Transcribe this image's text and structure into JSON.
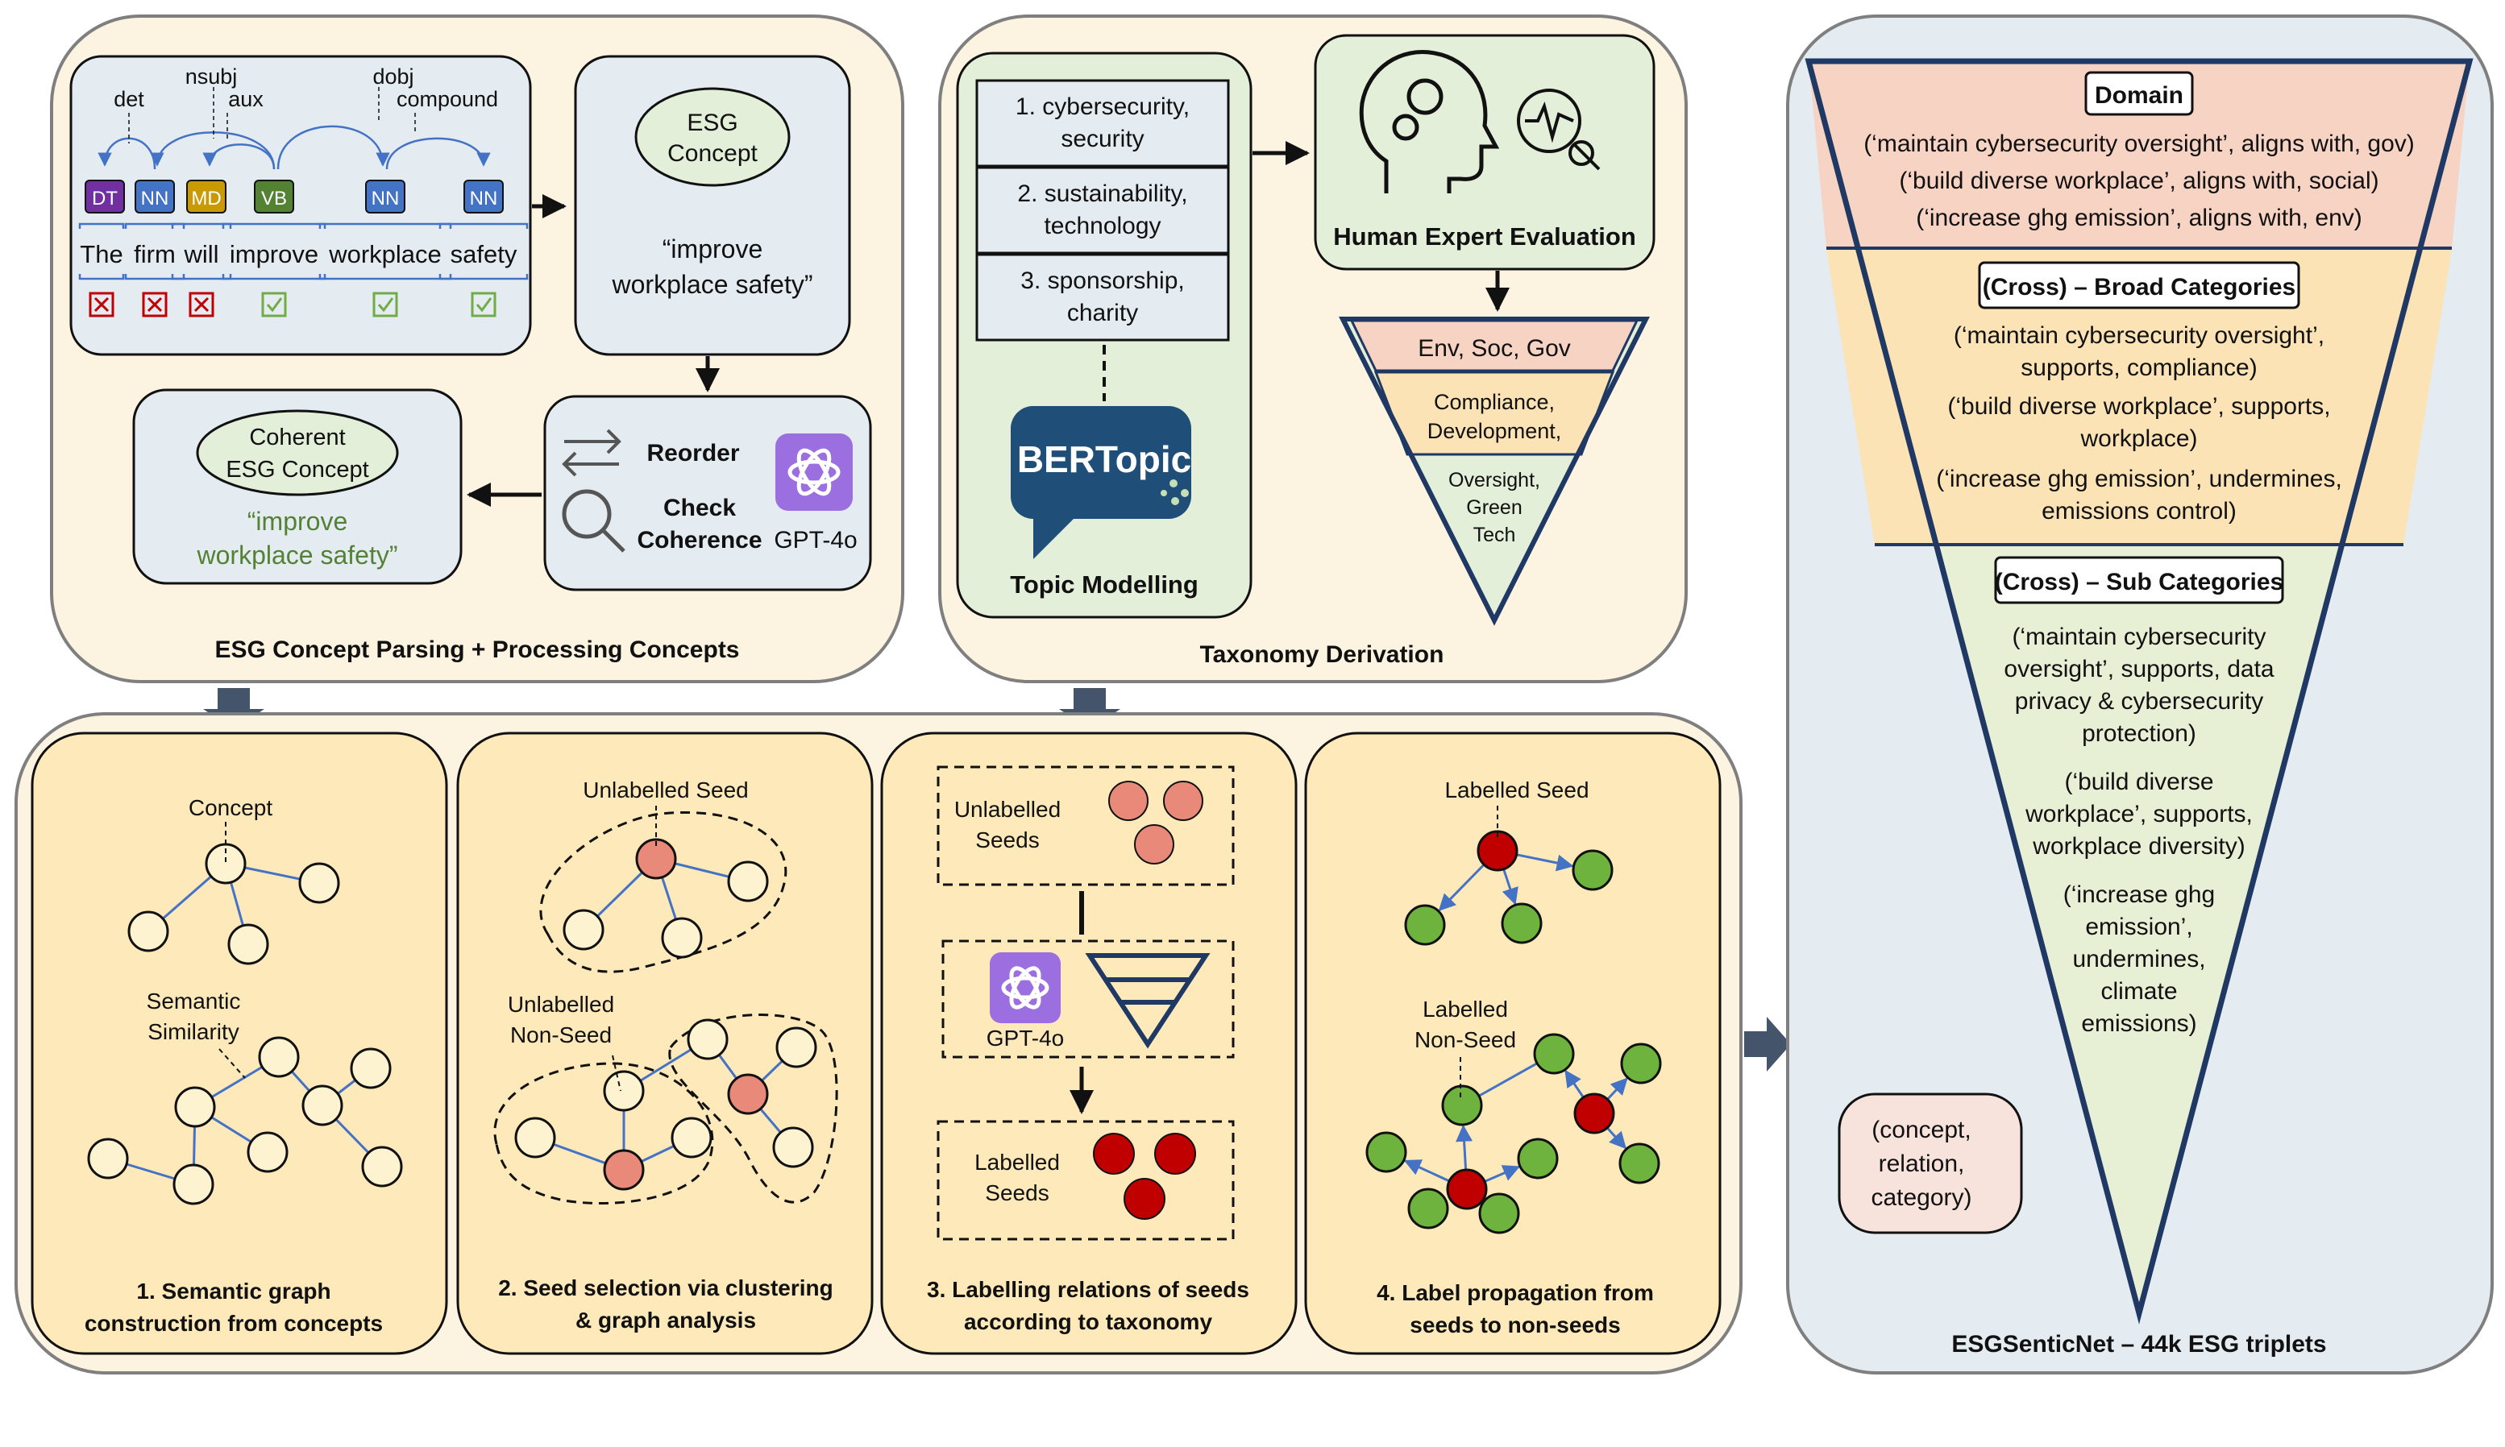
{
  "parsing": {
    "title": "ESG Concept Parsing + Processing Concepts",
    "dep_labels": {
      "det": "det",
      "nsubj": "nsubj",
      "aux": "aux",
      "dobj": "dobj",
      "compound": "compound"
    },
    "pos": [
      "DT",
      "NN",
      "MD",
      "VB",
      "NN",
      "NN"
    ],
    "words": [
      "The",
      "firm",
      "will",
      "improve",
      "workplace",
      "safety"
    ],
    "concept_label": "ESG\nConcept",
    "concept_quote": "“improve\nworkplace safety”",
    "reorder": "Reorder",
    "check": "Check\nCoherence",
    "gpt": "GPT-4o",
    "coherent_label": "Coherent\nESG Concept",
    "coherent_quote": "“improve\nworkplace safety”"
  },
  "taxonomy": {
    "title": "Taxonomy Derivation",
    "topics": [
      "1. cybersecurity,\nsecurity",
      "2. sustainability,\ntechnology",
      "3. sponsorship,\ncharity"
    ],
    "bertopic": "BERTopic",
    "topic_modelling": "Topic Modelling",
    "expert": "Human Expert Evaluation",
    "levels": [
      "Env, Soc, Gov",
      "Compliance,\nDevelopment,",
      "Oversight,\nGreen\nTech"
    ]
  },
  "propagation": {
    "step1": {
      "concept": "Concept",
      "similarity": "Semantic\nSimilarity",
      "caption": "1. Semantic graph\nconstruction from concepts"
    },
    "step2": {
      "unlabelled_seed": "Unlabelled Seed",
      "unlabelled_nonseed": "Unlabelled\nNon-Seed",
      "caption": "2. Seed selection via clustering\n& graph analysis"
    },
    "step3": {
      "unlabelled_seeds": "Unlabelled\nSeeds",
      "gpt": "GPT-4o",
      "labelled_seeds": "Labelled\nSeeds",
      "caption": "3. Labelling relations of seeds\naccording to taxonomy"
    },
    "step4": {
      "labelled_seed": "Labelled Seed",
      "labelled_nonseed": "Labelled\nNon-Seed",
      "caption": "4. Label propagation from\nseeds to non-seeds"
    }
  },
  "net": {
    "domain_label": "Domain",
    "domain_items": [
      "(‘maintain cybersecurity oversight’, aligns with, gov)",
      "(‘build diverse workplace’, aligns with, social)",
      "(‘increase ghg emission’, aligns with, env)"
    ],
    "broad_label": "(Cross) – Broad Categories",
    "broad_items": [
      "(‘maintain cybersecurity oversight’,\nsupports, compliance)",
      "(‘build diverse workplace’, supports,\nworkplace)",
      "(‘increase ghg emission’, undermines,\nemissions control)"
    ],
    "sub_label": "(Cross) – Sub Categories",
    "sub_items": [
      "(‘maintain cybersecurity\noversight’, supports, data\nprivacy & cybersecurity\nprotection)",
      "(‘build diverse\nworkplace’, supports,\nworkplace diversity)",
      "(‘increase ghg\nemission’,\nundermines,\nclimate\nemissions)"
    ],
    "legend": "(concept,\nrelation,\ncategory)",
    "title": "ESGSenticNet – 44k ESG triplets"
  },
  "colors": {
    "panel_fill": "#fdf3e1",
    "panel_stroke": "#7f7f7f",
    "step_fill": "#fde9b9",
    "box_fill": "#e4ebf1",
    "green_fill": "#e3efd9",
    "edge": "#4472c4",
    "seed_pink": "#e8897a",
    "seed_red": "#c00000",
    "node_green": "#6fb33f",
    "domain_band": "#f7d3c4",
    "broad_band": "#fbe3b5",
    "sub_band": "#e7efd5",
    "arrow_navy": "#44546a",
    "dt": "#7030a0",
    "nn": "#4472c4",
    "md": "#c99a06",
    "vb": "#548235"
  }
}
